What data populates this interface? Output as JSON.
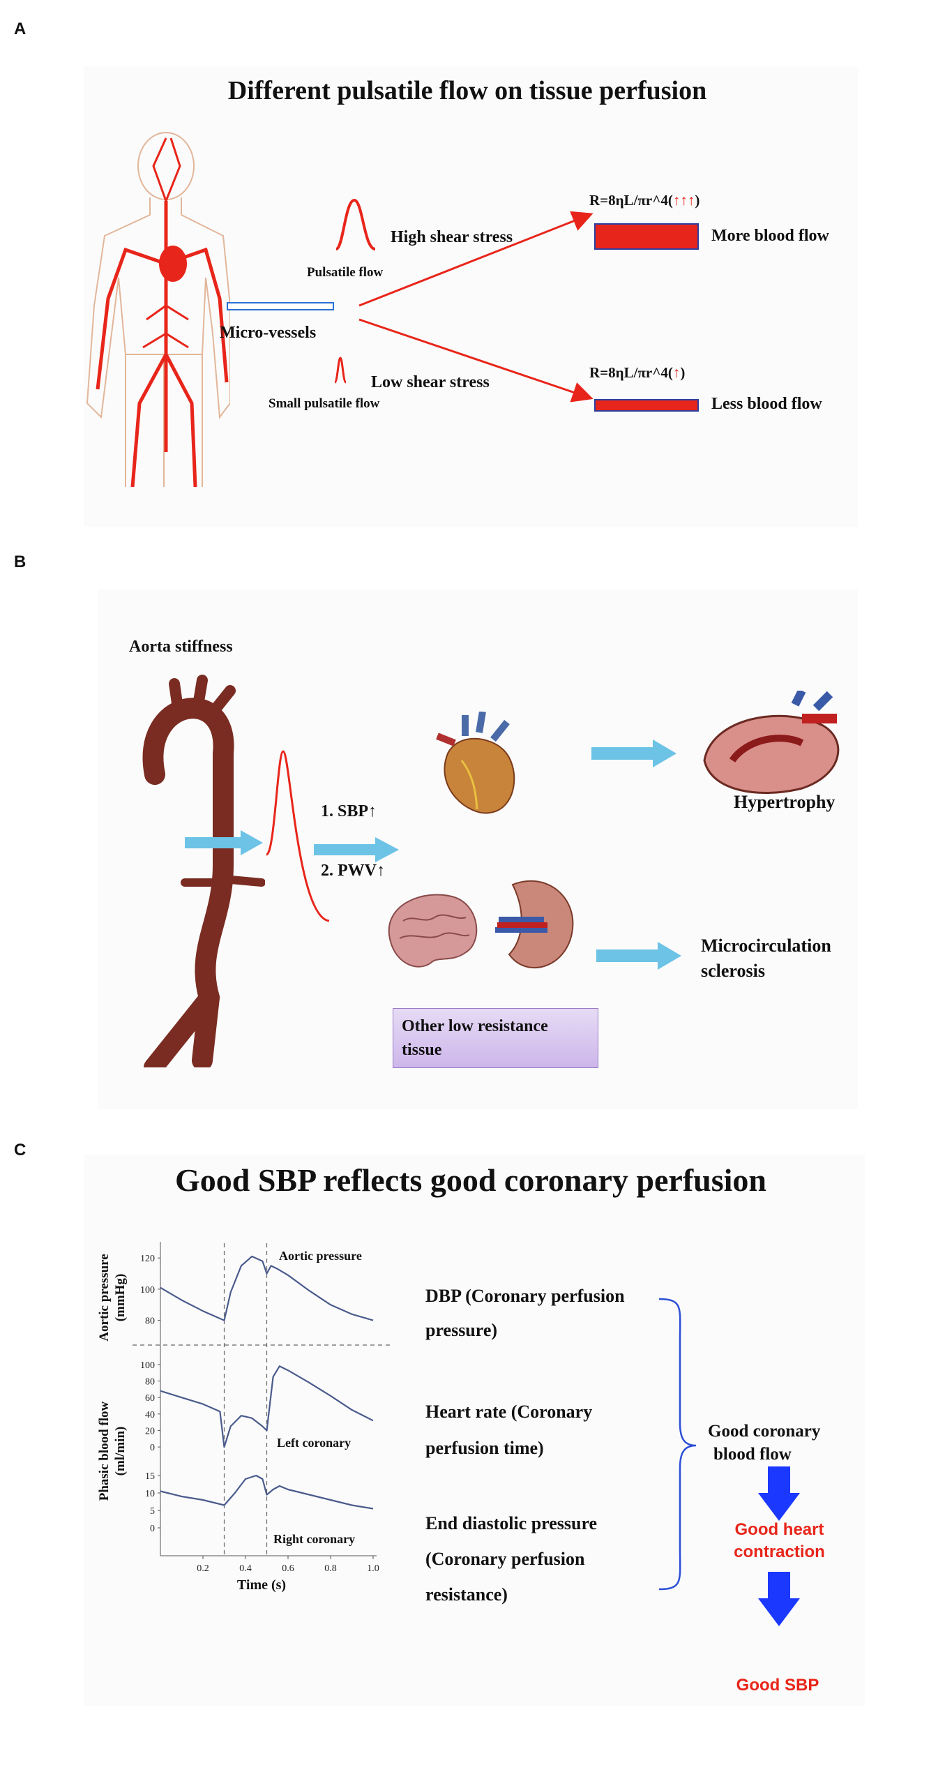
{
  "panels": {
    "a": {
      "letter": "A",
      "title": "Different pulsatile flow on tissue perfusion",
      "high_shear": "High shear stress",
      "pulsatile_flow": "Pulsatile flow",
      "micro_vessels": "Micro-vessels",
      "low_shear": "Low shear stress",
      "small_pulsatile_flow": "Small pulsatile flow",
      "formula_top_prefix": "R=8ηL/πr^4(",
      "formula_top_arrows": "↑↑↑",
      "formula_bottom_prefix": "R=8ηL/πr^4(",
      "formula_bottom_arrows": "↑",
      "formula_suffix": ")",
      "more_flow": "More blood flow",
      "less_flow": "Less blood flow"
    },
    "b": {
      "letter": "B",
      "aorta_stiffness": "Aorta stiffness",
      "sbp": "1. SBP↑",
      "pwv": "2. PWV↑",
      "hypertrophy": "Hypertrophy",
      "microcirculation_1": "Microcirculation",
      "microcirculation_2": "sclerosis",
      "other_tissue_1": "Other low resistance",
      "other_tissue_2": "tissue"
    },
    "c": {
      "letter": "C",
      "title": "Good SBP reflects good coronary perfusion",
      "aortic_pressure_label": "Aortic pressure",
      "aortic_ylabel_1": "Aortic pressure",
      "aortic_ylabel_2": "(mmHg)",
      "phasic_ylabel_1": "Phasic blood flow",
      "phasic_ylabel_2": "(ml/min)",
      "left_coronary": "Left coronary",
      "right_coronary": "Right coronary",
      "xlabel": "Time (s)",
      "dbp_1": "DBP (Coronary perfusion",
      "dbp_2": "pressure)",
      "hr_1": "Heart rate (Coronary",
      "hr_2": "perfusion time)",
      "edp_1": "End diastolic pressure",
      "edp_2": "(Coronary perfusion",
      "edp_3": "resistance)",
      "good_flow_1": "Good coronary",
      "good_flow_2": "blood flow",
      "good_contraction_1": "Good heart",
      "good_contraction_2": "contraction",
      "good_sbp": "Good SBP"
    }
  },
  "chart_data": {
    "type": "line",
    "x_ticks": [
      "0.2",
      "0.4",
      "0.6",
      "0.8",
      "1.0"
    ],
    "aortic_y_ticks": [
      "120",
      "100",
      "80"
    ],
    "left_y_ticks": [
      "100",
      "80",
      "60",
      "40",
      "20",
      "0"
    ],
    "right_y_ticks": [
      "15",
      "10",
      "5",
      "0"
    ],
    "xlim": [
      0,
      1.0
    ],
    "series": [
      {
        "name": "Aortic pressure",
        "ylim": [
          70,
          125
        ],
        "x": [
          0,
          0.1,
          0.2,
          0.3,
          0.33,
          0.38,
          0.43,
          0.48,
          0.5,
          0.52,
          0.55,
          0.6,
          0.7,
          0.8,
          0.9,
          1.0
        ],
        "y": [
          101,
          93,
          86,
          80,
          98,
          115,
          121,
          118,
          110,
          115,
          113,
          109,
          99,
          90,
          84,
          80
        ]
      },
      {
        "name": "Left coronary",
        "ylim": [
          -5,
          105
        ],
        "x": [
          0,
          0.1,
          0.2,
          0.28,
          0.3,
          0.33,
          0.38,
          0.43,
          0.48,
          0.5,
          0.53,
          0.56,
          0.6,
          0.7,
          0.8,
          0.9,
          1.0
        ],
        "y": [
          68,
          60,
          52,
          43,
          0,
          25,
          38,
          35,
          25,
          20,
          85,
          98,
          93,
          78,
          62,
          45,
          32
        ]
      },
      {
        "name": "Right coronary",
        "ylim": [
          -2,
          17
        ],
        "x": [
          0,
          0.1,
          0.2,
          0.3,
          0.35,
          0.4,
          0.45,
          0.48,
          0.5,
          0.53,
          0.56,
          0.6,
          0.7,
          0.8,
          0.9,
          1.0
        ],
        "y": [
          10.5,
          9,
          8,
          6.5,
          10,
          14,
          15,
          14,
          9.5,
          11,
          12,
          11,
          9.5,
          8,
          6.5,
          5.5
        ]
      }
    ]
  },
  "colors": {
    "red": "#e8251a",
    "blue_border": "#2c6fd6",
    "light_blue": "#6cc3e6",
    "dark_blue": "#1b38ff",
    "aorta": "#7a2c22",
    "curve": "#4a5b8c",
    "purple_box": "#d9c6ee"
  }
}
